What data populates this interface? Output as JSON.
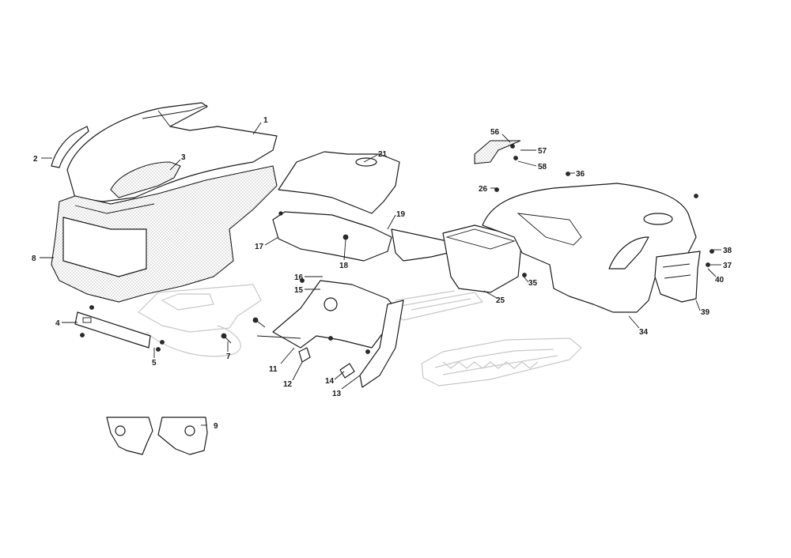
{
  "callouts": [
    "1",
    "2",
    "3",
    "4",
    "5",
    "7",
    "8",
    "9",
    "11",
    "12",
    "13",
    "14",
    "15",
    "16",
    "17",
    "18",
    "19",
    "21",
    "25",
    "26",
    "34",
    "35",
    "36",
    "37",
    "38",
    "39",
    "40",
    "56",
    "57",
    "58"
  ]
}
